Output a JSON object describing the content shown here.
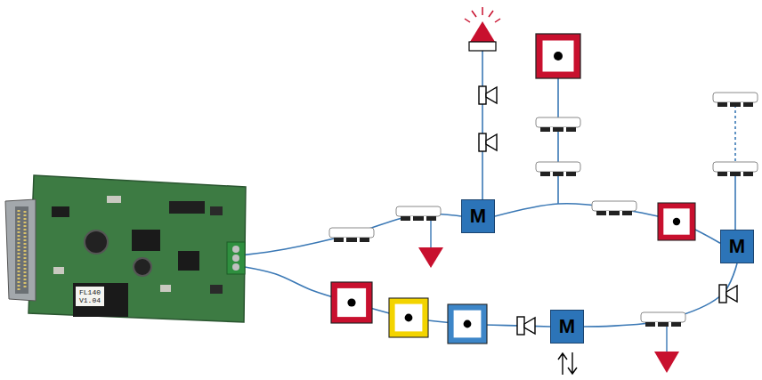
{
  "diagram": {
    "nodes": [
      {
        "text": [
          "FL140",
          "V1.04"
        ]
      },
      {
        "text": [
          "M"
        ]
      },
      {
        "text": [
          "M"
        ]
      },
      {
        "text": [
          "M"
        ]
      }
    ],
    "edges": [
      {
        "from": 0,
        "to": 1,
        "arrow": "none"
      },
      {
        "from": 1,
        "to": 2,
        "arrow": "none"
      },
      {
        "from": 2,
        "to": 3,
        "arrow": "none"
      },
      {
        "from": 0,
        "to": 3,
        "arrow": "none"
      }
    ]
  }
}
